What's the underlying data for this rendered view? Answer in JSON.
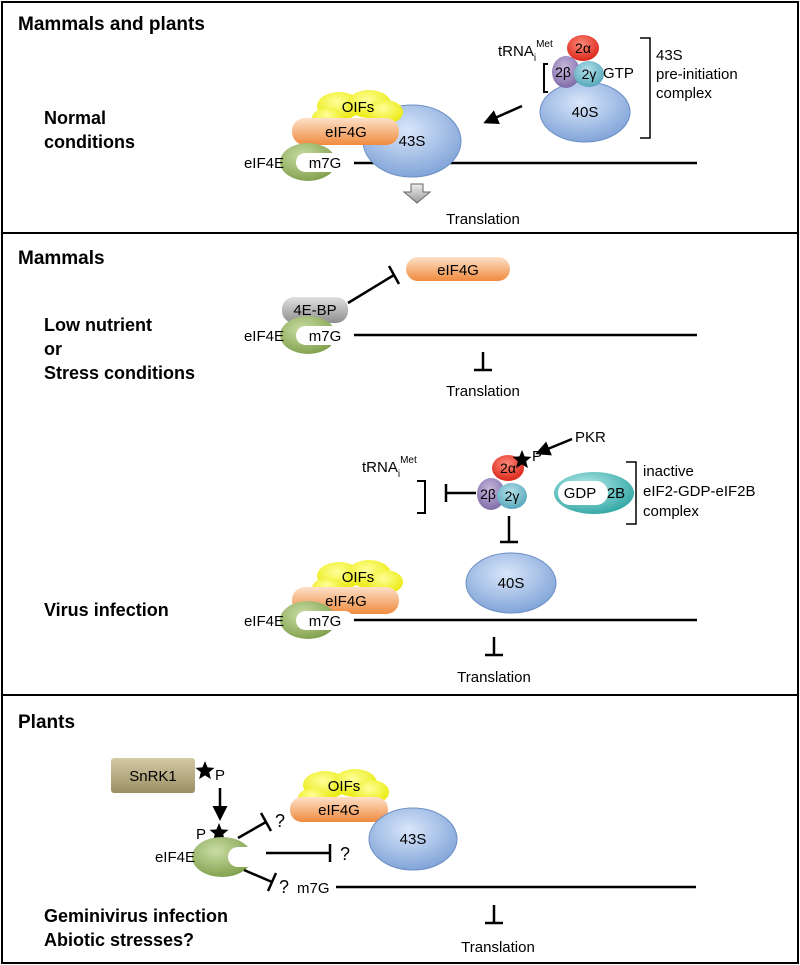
{
  "panels": {
    "top": {
      "heading": "Mammals and plants",
      "condition": [
        "Normal",
        "conditions"
      ],
      "translation": "Translation",
      "complex": [
        "43S",
        "pre-initiation",
        "complex"
      ]
    },
    "middle": {
      "heading": "Mammals",
      "condition1": [
        "Low nutrient",
        "or",
        "Stress conditions"
      ],
      "translation1": "Translation",
      "condition2": "Virus infection",
      "translation2": "Translation",
      "complex": [
        "inactive",
        "eIF2-GDP-eIF2B",
        "complex"
      ],
      "kinase": "PKR"
    },
    "bottom": {
      "heading": "Plants",
      "conditions": [
        "Geminivirus infection",
        "Abiotic stresses?"
      ],
      "translation": "Translation",
      "kinase": "SnRK1"
    }
  },
  "labels": {
    "trna_main": "tRNA",
    "trna_sub": "i",
    "trna_sup": "Met",
    "two_alpha": "2α",
    "two_beta": "2β",
    "two_gamma": "2γ",
    "gtp": "GTP",
    "gdp": "GDP",
    "two_b": "2B",
    "forty_s": "40S",
    "forty_three_s": "43S",
    "oifs": "OIFs",
    "eif4g": "eIF4G",
    "eif4e": "eIF4E",
    "m7g": "m7G",
    "four_ebp": "4E-BP",
    "p": "P",
    "q": "?"
  },
  "colors": {
    "oifs": "#f3f300",
    "eif4g": "#f59a52",
    "eif4e": "#8cab55",
    "ribosome": "#8aaee0",
    "alpha": "#e8261c",
    "beta": "#8e79b3",
    "gamma": "#62b1c4",
    "teal": "#3fb3b0",
    "gray_protein": "#a6a6a6",
    "snrk1": "#aca27c"
  }
}
